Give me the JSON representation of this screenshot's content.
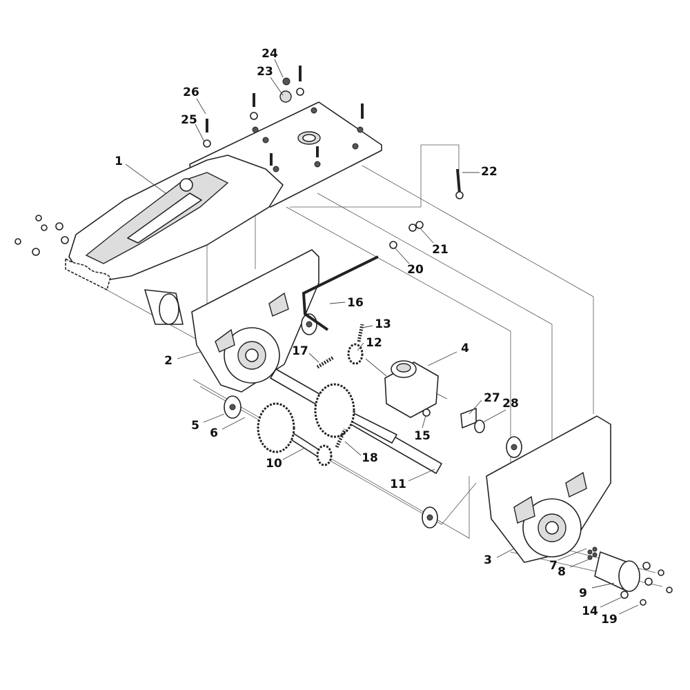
{
  "diagram": {
    "type": "exploded-parts-diagram",
    "labels": {
      "p1": "1",
      "p2": "2",
      "p3": "3",
      "p4": "4",
      "p5": "5",
      "p6": "6",
      "p7": "7",
      "p8": "8",
      "p9": "9",
      "p10": "10",
      "p11": "11",
      "p12": "12",
      "p13": "13",
      "p14": "14",
      "p15": "15",
      "p16": "16",
      "p17": "17",
      "p18": "18",
      "p19": "19",
      "p20": "20",
      "p21": "21",
      "p22": "22",
      "p23": "23",
      "p24": "24",
      "p25": "25",
      "p26": "26",
      "p27": "27",
      "p28": "28"
    }
  }
}
